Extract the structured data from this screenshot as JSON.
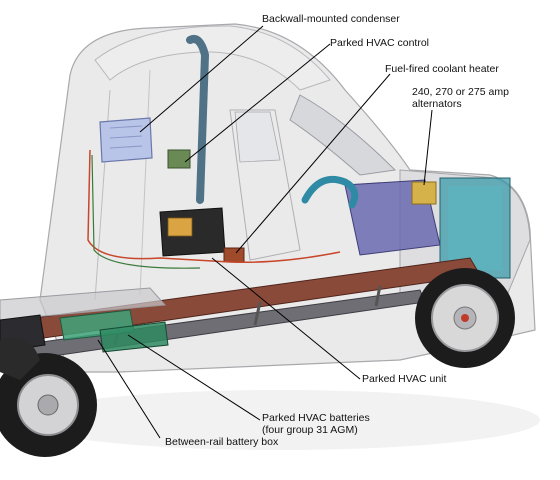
{
  "labels": {
    "condenser": "Backwall-mounted condenser",
    "control": "Parked HVAC control",
    "heater": "Fuel-fired coolant heater",
    "alternators": [
      "240, 270 or 275 amp",
      "alternators"
    ],
    "unit": "Parked HVAC unit",
    "batteries": [
      "Parked HVAC batteries",
      "(four group 31 AGM)"
    ],
    "battery_box": "Between-rail battery box"
  },
  "colors": {
    "cab_shell": "#d9d9db",
    "frame_rail": "#8a4a3a",
    "wheel": "#1c1c1c",
    "hub": "#d8d8d8",
    "engine": "#6a6ab0",
    "coolant_hose": "#2f8aa5",
    "hvac_unit": "#2a2a2a",
    "condenser": "#b8c4e8",
    "leader": "#000000"
  }
}
